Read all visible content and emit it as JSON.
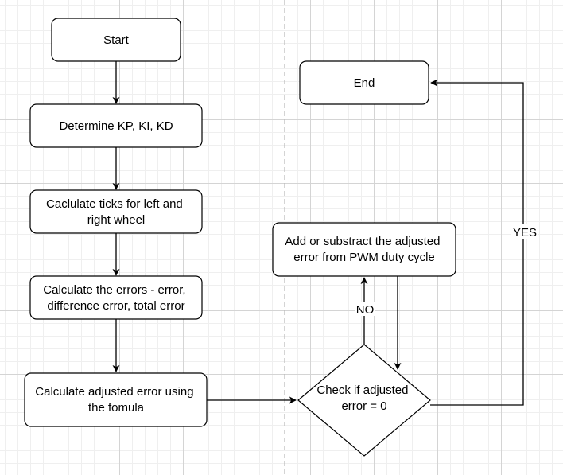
{
  "diagram": {
    "nodes": {
      "start": {
        "lines": [
          "Start"
        ]
      },
      "determine": {
        "lines": [
          "Determine KP, KI, KD"
        ]
      },
      "ticks": {
        "lines": [
          "Caclulate ticks for left and",
          "right wheel"
        ]
      },
      "errors": {
        "lines": [
          "Calculate the errors - error,",
          "difference error, total error"
        ]
      },
      "adjusted": {
        "lines": [
          "Calculate adjusted error using",
          "the fomula"
        ]
      },
      "check": {
        "lines": [
          "Check if adjusted",
          "error = 0"
        ]
      },
      "add": {
        "lines": [
          "Add or substract the adjusted",
          "error from PWM duty cycle"
        ]
      },
      "end": {
        "lines": [
          "End"
        ]
      }
    },
    "edges": {
      "check_no": {
        "label": "NO"
      },
      "check_yes": {
        "label": "YES"
      }
    }
  }
}
